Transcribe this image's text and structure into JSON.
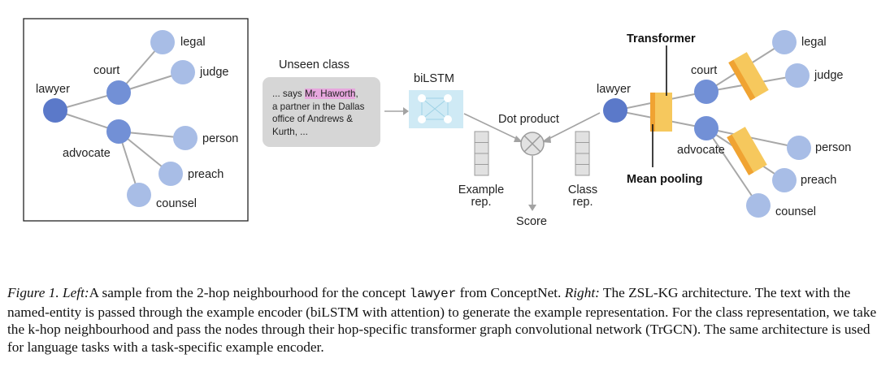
{
  "left_graph": {
    "center": "lawyer",
    "hop1": [
      "court",
      "advocate"
    ],
    "court_children": [
      "legal",
      "judge"
    ],
    "advocate_children": [
      "person",
      "preach",
      "counsel"
    ]
  },
  "example_encoder": {
    "heading": "Unseen class",
    "text_before": "... says ",
    "entity": "Mr. Haworth",
    "text_line1_after": ",",
    "text_line2": "a partner in the Dallas",
    "text_line3": "office of Andrews &",
    "text_line4": "Kurth, ...",
    "bilstm_label": "biLSTM",
    "example_rep_label_1": "Example",
    "example_rep_label_2": "rep."
  },
  "center": {
    "dot_product_label": "Dot product",
    "score_label": "Score"
  },
  "class_encoder": {
    "class_rep_label_1": "Class",
    "class_rep_label_2": "rep.",
    "transformer_label": "Transformer",
    "mean_pooling_label": "Mean pooling",
    "root": "lawyer",
    "hop1": [
      "court",
      "advocate"
    ],
    "court_children": [
      "legal",
      "judge"
    ],
    "advocate_children": [
      "person",
      "preach",
      "counsel"
    ]
  },
  "caption": {
    "figure_label": "Figure 1.",
    "left_label": "Left:",
    "part1": "A sample from the 2-hop neighbourhood for the concept ",
    "concept": "lawyer",
    "part2": " from ConceptNet. ",
    "right_label": "Right:",
    "part3": " The ZSL-KG architecture. The text with the named-entity is passed through the example encoder (biLSTM with attention) to generate the example representation. For the class representation, we take the k-hop neighbourhood and pass the nodes through their hop-specific transformer graph convolutional network (TrGCN). The same architecture is used for language tasks with a task-specific example encoder."
  },
  "colors": {
    "node_dark": "#5b79c9",
    "node_mid": "#7290d6",
    "node_light": "#a8bde6",
    "transformer_fill": "#f6c85d",
    "transformer_edge": "#f0a332",
    "highlight": "#e7a7de",
    "text_card": "#d6d6d6",
    "bilstm_fill": "#cfeaf5"
  }
}
